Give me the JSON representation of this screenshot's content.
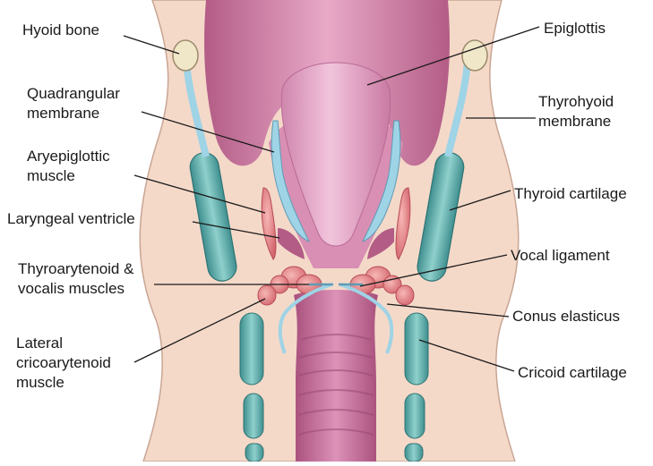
{
  "diagram": {
    "labels_left": {
      "hyoid_bone": "Hyoid bone",
      "quadrangular_membrane": "Quadrangular\nmembrane",
      "aryepiglottic_muscle": "Aryepiglottic\nmuscle",
      "laryngeal_ventricle": "Laryngeal ventricle",
      "thyroarytenoid_vocalis": "Thyroarytenoid &\nvocalis muscles",
      "lateral_cricoarytenoid": "Lateral\ncricoarytenoid\nmuscle"
    },
    "labels_right": {
      "epiglottis": "Epiglottis",
      "thyrohyoid_membrane": "Thyrohyoid\nmembrane",
      "thyroid_cartilage": "Thyroid cartilage",
      "vocal_ligament": "Vocal ligament",
      "conus_elasticus": "Conus elasticus",
      "cricoid_cartilage": "Cricoid cartilage"
    },
    "colors": {
      "tissue": "#f4d9c9",
      "tissue_edge": "#b89a8a",
      "mucosa": "#c9799e",
      "mucosa_light": "#e6a8c6",
      "cartilage": "#5aa9a8",
      "cartilage_light": "#8fcac6",
      "membrane": "#9fd3e6",
      "muscle": "#e07a80",
      "muscle_light": "#f2a9a8",
      "bone": "#f0e6c8"
    }
  }
}
